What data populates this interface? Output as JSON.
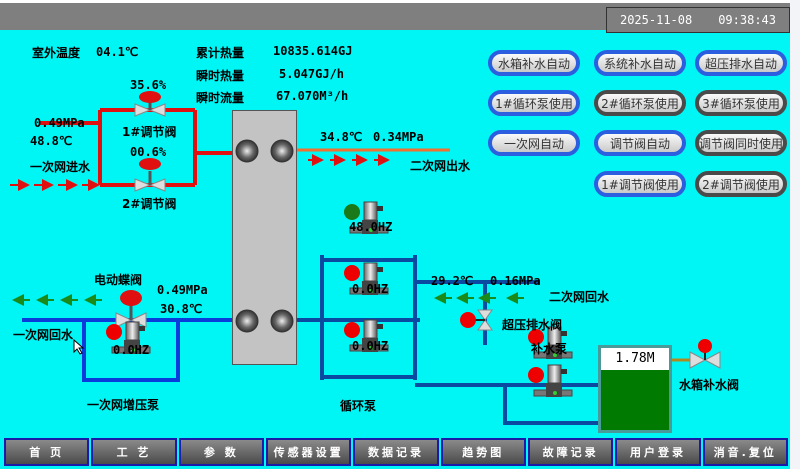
{
  "header": {
    "date": "2025-11-08",
    "time": "09:38:43"
  },
  "colors": {
    "primary_supply": "#e01010",
    "secondary_supply": "#f07030",
    "return_pipe": "#0a3cdc",
    "secondary_return": "#0a4aa0",
    "running": "#1a7a1a",
    "stopped": "#ee0000",
    "background": "#00f5f5"
  },
  "outdoor": {
    "label": "室外温度",
    "value": "04.1℃"
  },
  "heat": {
    "cumulative_label": "累计热量",
    "cumulative_value": "10835.614GJ",
    "instant_heat_label": "瞬时热量",
    "instant_heat_value": "5.047GJ/h",
    "instant_flow_label": "瞬时流量",
    "instant_flow_value": "67.070M³/h"
  },
  "primary_supply": {
    "label": "一次网进水",
    "pressure": "0.49MPa",
    "temperature": "48.8℃"
  },
  "valve1": {
    "label": "1#调节阀",
    "opening": "35.6%"
  },
  "valve2": {
    "label": "2#调节阀",
    "opening": "00.6%"
  },
  "secondary_supply": {
    "label": "二次网出水",
    "temperature": "34.8℃",
    "pressure": "0.34MPa"
  },
  "primary_return": {
    "label": "一次网回水",
    "pressure": "0.49MPa",
    "temperature": "30.8℃",
    "butterfly_valve_label": "电动蝶阀"
  },
  "booster_pump": {
    "label": "一次网增压泵",
    "freq": "0.0HZ",
    "status": "stopped"
  },
  "circ_pumps": {
    "label": "循环泵",
    "items": [
      {
        "freq": "48.0HZ",
        "status": "running"
      },
      {
        "freq": "0.0HZ",
        "status": "stopped"
      },
      {
        "freq": "0.0HZ",
        "status": "stopped"
      }
    ]
  },
  "secondary_return": {
    "label": "二次网回水",
    "temperature": "29.2℃",
    "pressure": "0.16MPa"
  },
  "overpressure_valve": {
    "label": "超压排水阀",
    "status": "stopped"
  },
  "makeup_pump": {
    "label": "补水泵",
    "items": [
      {
        "status": "stopped"
      },
      {
        "status": "stopped"
      }
    ]
  },
  "tank": {
    "level": "1.78M",
    "valve_label": "水箱补水阀"
  },
  "mode_buttons": [
    {
      "label": "水箱补水自动",
      "state": "on"
    },
    {
      "label": "系统补水自动",
      "state": "on"
    },
    {
      "label": "超压排水自动",
      "state": "on"
    },
    {
      "label": "1#循环泵使用",
      "state": "on"
    },
    {
      "label": "2#循环泵使用",
      "state": "off"
    },
    {
      "label": "3#循环泵使用",
      "state": "off"
    },
    {
      "label": "一次网自动",
      "state": "on"
    },
    {
      "label": "调节阀自动",
      "state": "on"
    },
    {
      "label": "调节阀同时使用",
      "state": "off"
    },
    {
      "label": "1#调节阀使用",
      "state": "on"
    },
    {
      "label": "2#调节阀使用",
      "state": "off"
    }
  ],
  "nav": [
    {
      "label": "首 页"
    },
    {
      "label": "工 艺"
    },
    {
      "label": "参 数"
    },
    {
      "label": "传感器设置"
    },
    {
      "label": "数据记录"
    },
    {
      "label": "趋势图"
    },
    {
      "label": "故障记录"
    },
    {
      "label": "用户登录"
    },
    {
      "label": "消音.复位"
    }
  ]
}
